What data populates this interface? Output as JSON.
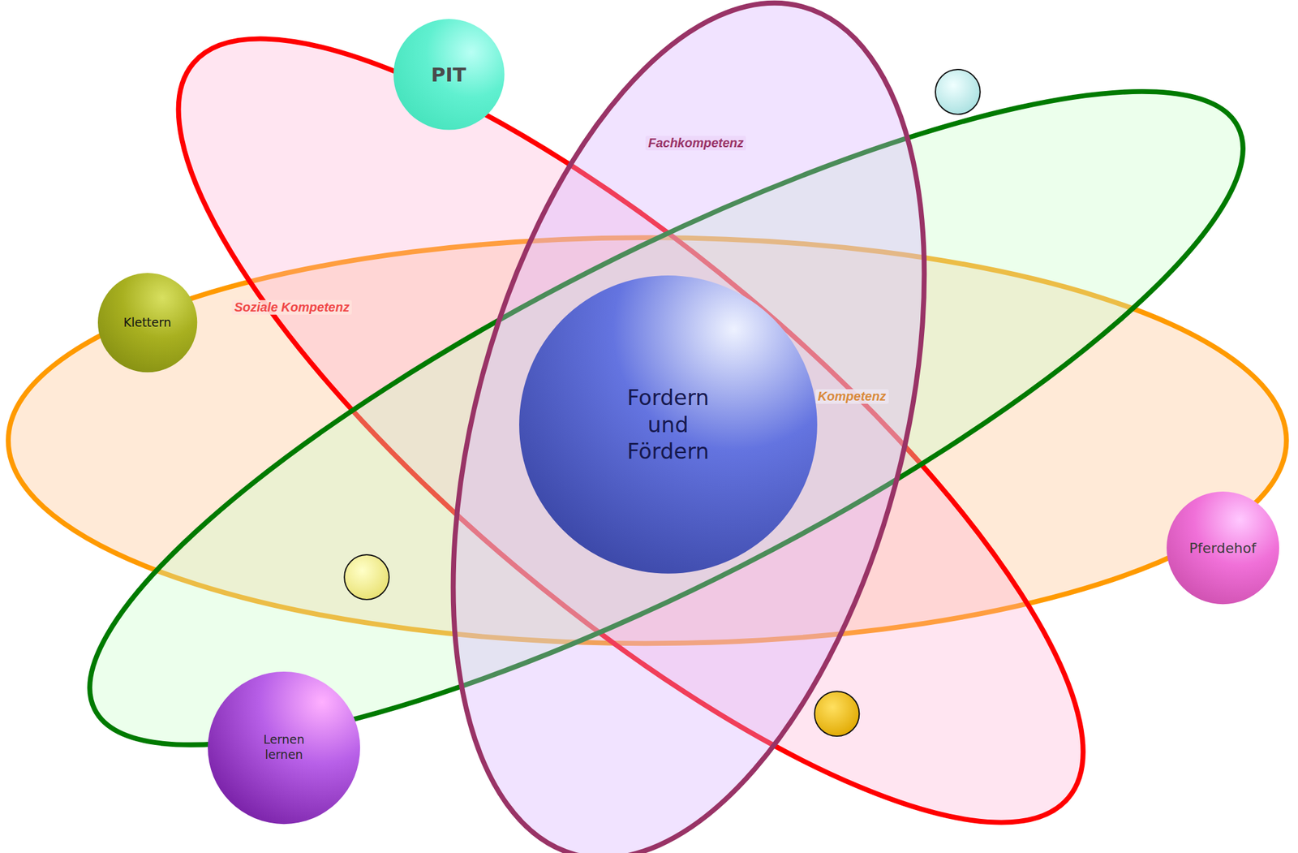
{
  "diagram": {
    "nodes": [
      {
        "text": [
          "PIT"
        ]
      },
      {
        "text": [
          "Klettern"
        ]
      },
      {
        "text": [
          "Fordern und Fördern"
        ]
      },
      {
        "text": [
          "Pferdehof"
        ]
      },
      {
        "text": [
          "Lernen lernen"
        ]
      }
    ],
    "labels": [
      "Fachkompetenz",
      "Soziale Kompetenz",
      "Kompetenz"
    ]
  }
}
